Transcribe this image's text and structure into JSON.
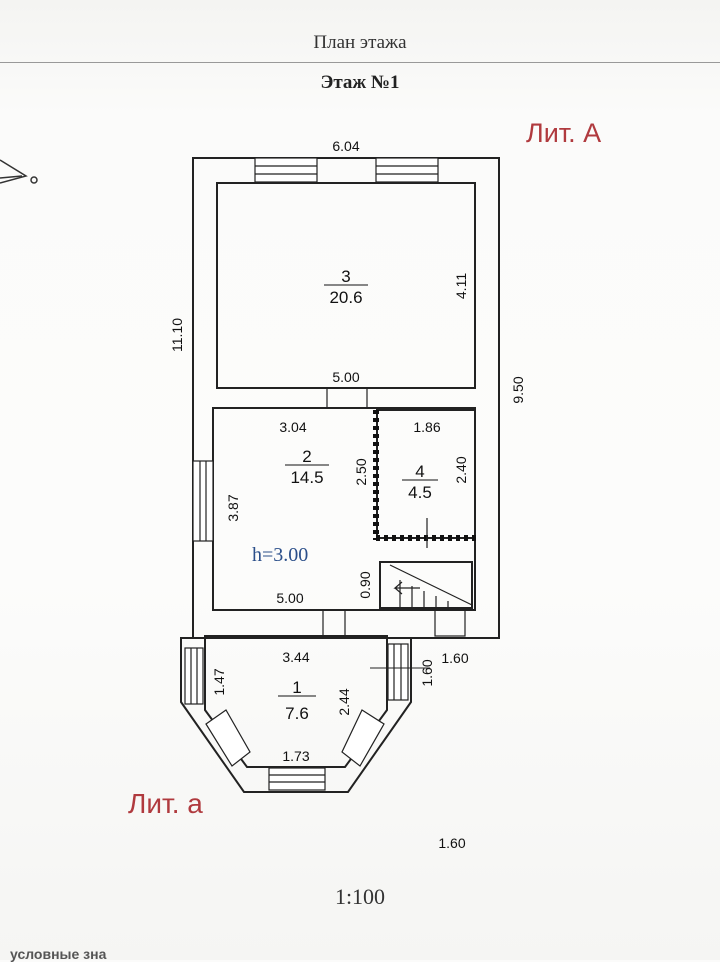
{
  "header": {
    "plan_title": "План этажа",
    "floor_title": "Этаж №1"
  },
  "labels": {
    "lit_main": "Лит. А",
    "lit_annex": "Лит. а",
    "ceiling_height": "h=3.00",
    "scale": "1:100",
    "footer_partial": "условные зна"
  },
  "rooms": [
    {
      "id": "3",
      "area": "20.6"
    },
    {
      "id": "2",
      "area": "14.5"
    },
    {
      "id": "4",
      "area": "4.5"
    },
    {
      "id": "1",
      "area": "7.6"
    }
  ],
  "dimensions": {
    "top_width": "6.04",
    "left_total": "11.10",
    "right_total": "9.50",
    "room3_height": "4.11",
    "room3_bottom_width": "5.00",
    "room2_top_width": "3.04",
    "room4_top_width": "1.86",
    "room2_partition": "2.50",
    "room4_height": "2.40",
    "room2_left_height": "3.87",
    "stair_gap": "0.90",
    "room2_bottom_width": "5.00",
    "room1_top_width": "3.44",
    "porch_width": "1.60",
    "porch_height": "1.60",
    "room1_left": "1.47",
    "room1_height": "2.44",
    "room1_bottom_width": "1.73",
    "loose_value": "1.60"
  },
  "colors": {
    "lit_red": "#b03a3e",
    "h_blue": "#2b4f8a",
    "wall": "#222222"
  }
}
